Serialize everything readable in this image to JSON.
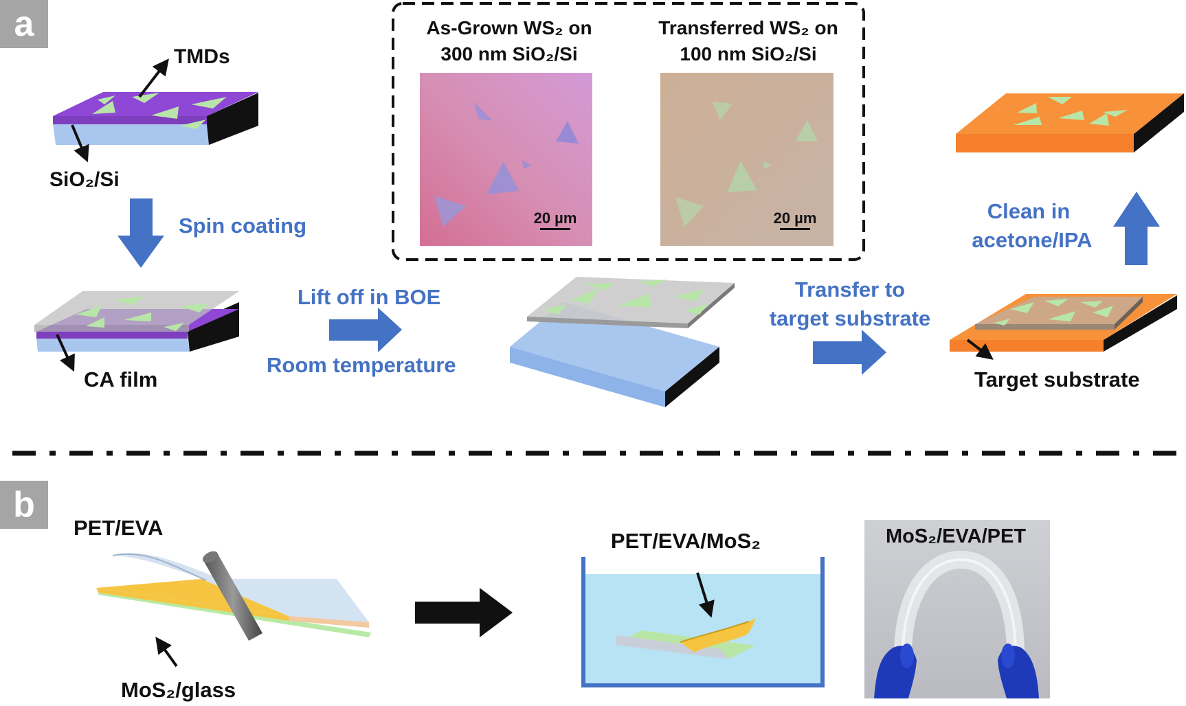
{
  "panel_a": {
    "badge": "a",
    "tmds": "TMDs",
    "sio2_si": "SiO₂/Si",
    "spin_coating": "Spin coating",
    "ca_film": "CA film",
    "lift_off": "Lift off in BOE",
    "room_temp": "Room temperature",
    "transfer_line1": "Transfer to",
    "transfer_line2": "target substrate",
    "clean_line1": "Clean in",
    "clean_line2": "acetone/IPA",
    "target_substrate": "Target substrate",
    "inset_left_line1": "As-Grown WS₂ on",
    "inset_left_line2": "300 nm SiO₂/Si",
    "inset_right_line1": "Transferred WS₂ on",
    "inset_right_line2": "100 nm SiO₂/Si",
    "scale_left": "20 µm",
    "scale_right": "20 µm"
  },
  "panel_b": {
    "badge": "b",
    "pet_eva": "PET/EVA",
    "mos2_glass": "MoS₂/glass",
    "pet_eva_mos2": "PET/EVA/MoS₂",
    "photo_title": "MoS₂/EVA/PET"
  },
  "colors": {
    "label_blue": "#4472C4",
    "tmd_purple": "#7E3FBF",
    "substrate_orange": "#F7923A",
    "flake_green": "#B8E6A8",
    "badge_gray": "#A5A5A5"
  }
}
